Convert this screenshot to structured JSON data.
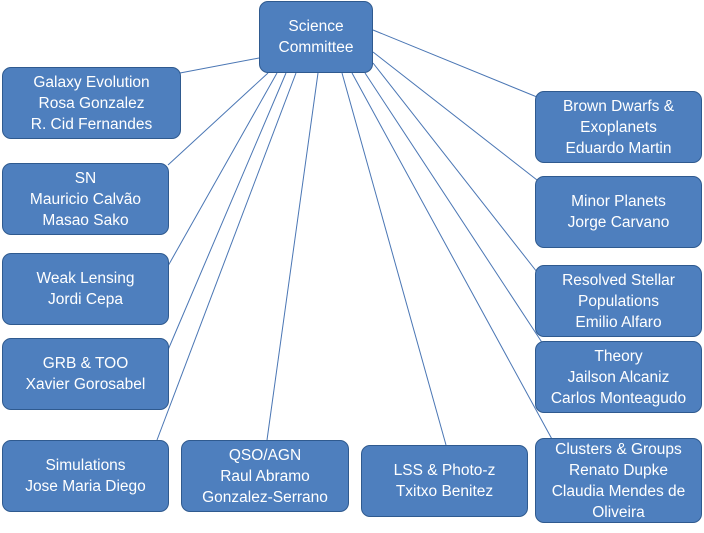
{
  "root": {
    "title_lines": [
      "Science",
      "Committee"
    ]
  },
  "nodes": [
    {
      "id": "galaxy-evolution",
      "title_lines": [
        "Galaxy Evolution"
      ],
      "member_lines": [
        "Rosa Gonzalez",
        "R. Cid Fernandes"
      ]
    },
    {
      "id": "sn",
      "title_lines": [
        "SN"
      ],
      "member_lines": [
        "Mauricio Calvão",
        "Masao Sako"
      ]
    },
    {
      "id": "weak-lensing",
      "title_lines": [
        "Weak Lensing"
      ],
      "member_lines": [
        "Jordi Cepa"
      ]
    },
    {
      "id": "grb-too",
      "title_lines": [
        "GRB & TOO"
      ],
      "member_lines": [
        "Xavier Gorosabel"
      ]
    },
    {
      "id": "simulations",
      "title_lines": [
        "Simulations"
      ],
      "member_lines": [
        "Jose Maria Diego"
      ]
    },
    {
      "id": "qso-agn",
      "title_lines": [
        "QSO/AGN"
      ],
      "member_lines": [
        "Raul Abramo",
        "Gonzalez-Serrano"
      ]
    },
    {
      "id": "lss-photo-z",
      "title_lines": [
        "LSS & Photo-z"
      ],
      "member_lines": [
        "Txitxo Benitez"
      ]
    },
    {
      "id": "brown-dwarfs",
      "title_lines": [
        "Brown Dwarfs &",
        "Exoplanets"
      ],
      "member_lines": [
        "Eduardo Martin"
      ]
    },
    {
      "id": "minor-planets",
      "title_lines": [
        "Minor Planets"
      ],
      "member_lines": [
        "Jorge Carvano"
      ]
    },
    {
      "id": "resolved-stellar",
      "title_lines": [
        "Resolved Stellar",
        "Populations"
      ],
      "member_lines": [
        "Emilio Alfaro"
      ]
    },
    {
      "id": "theory",
      "title_lines": [
        "Theory"
      ],
      "member_lines": [
        "Jailson Alcaniz",
        "Carlos Monteagudo"
      ]
    },
    {
      "id": "clusters-groups",
      "title_lines": [
        "Clusters & Groups"
      ],
      "member_lines": [
        "Renato Dupke",
        "Claudia Mendes de",
        "Oliveira"
      ]
    }
  ],
  "colors": {
    "box_fill": "#4e7fbe",
    "box_border": "#2f5a8f",
    "title_text": "#f5a623",
    "member_text": "#ffffff",
    "connector": "#4a76b4"
  }
}
